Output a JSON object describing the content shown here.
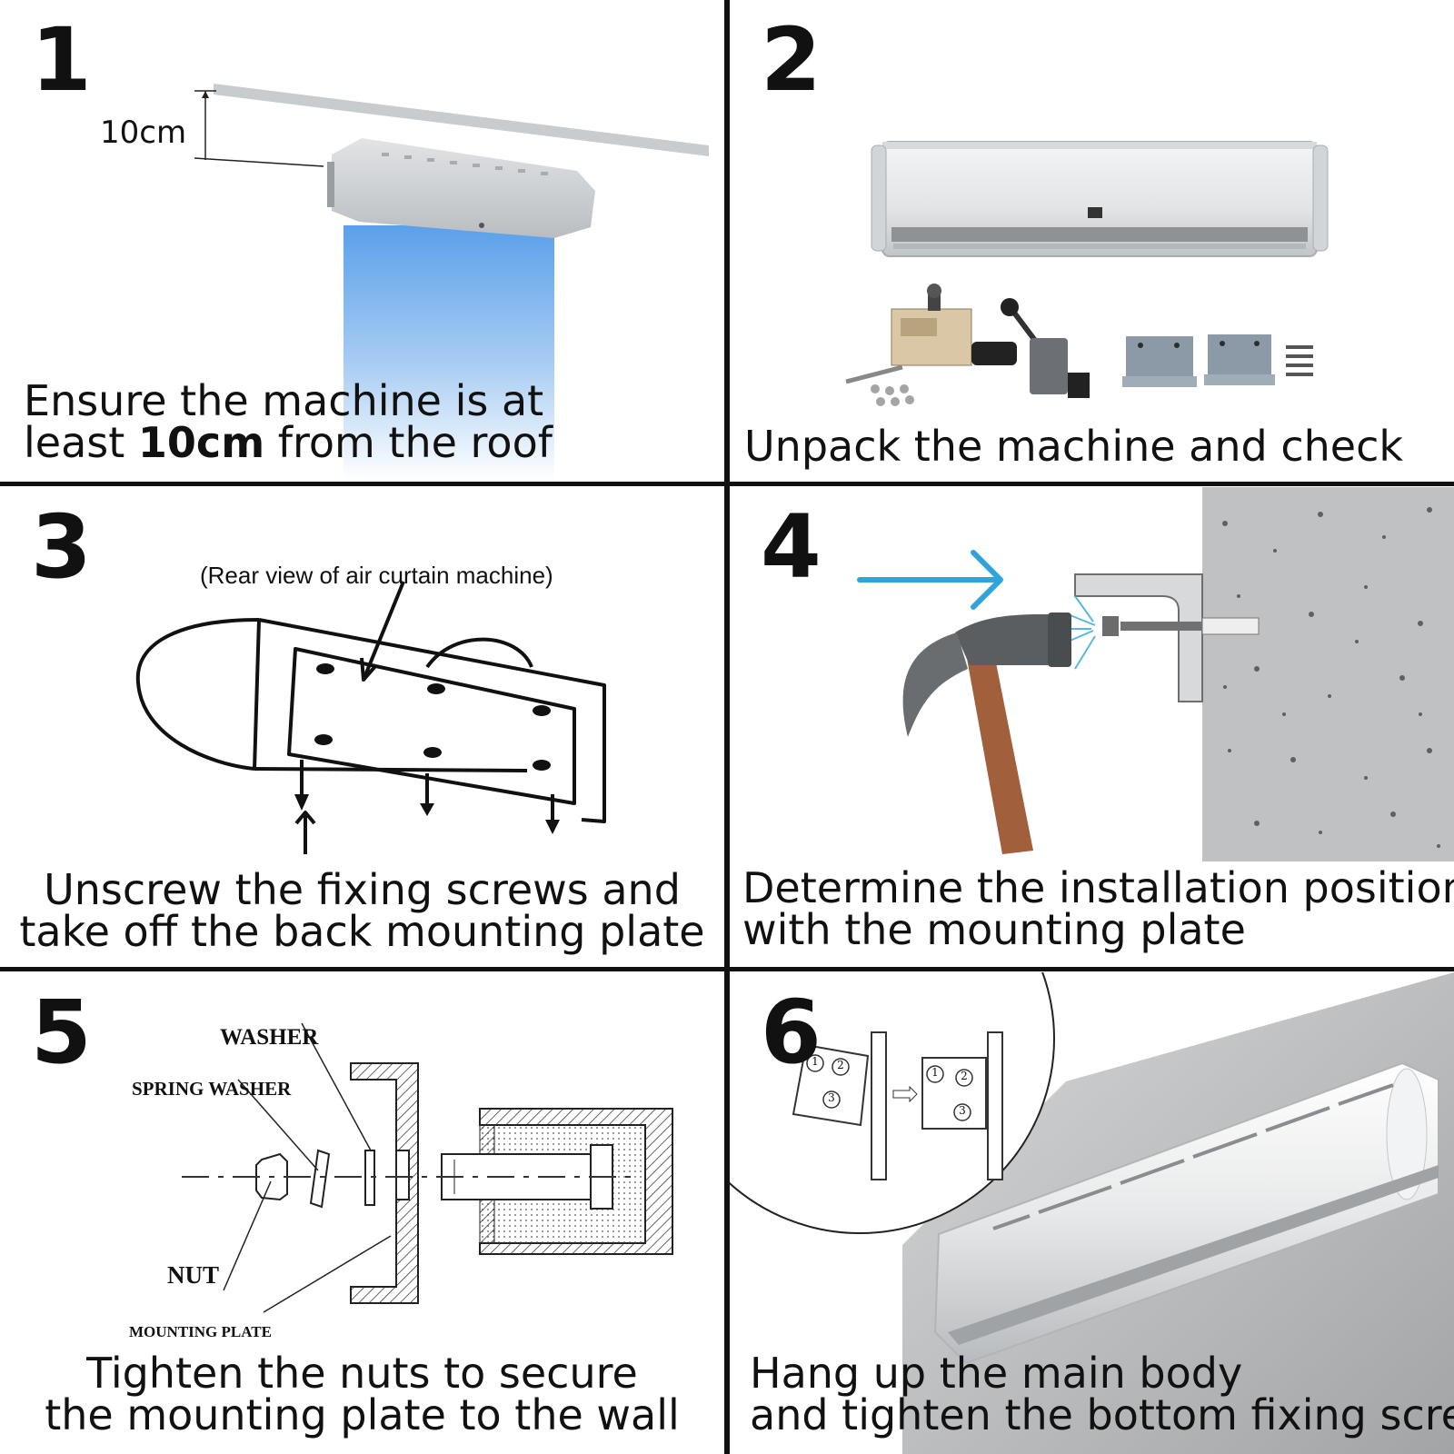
{
  "steps": [
    {
      "number": "1",
      "dimension_label": "10cm",
      "caption_line1": "Ensure the machine is at",
      "caption_line2_pre": "least ",
      "caption_line2_bold": "10cm",
      "caption_line2_post": " from the roof"
    },
    {
      "number": "2",
      "caption_line1": "Unpack the machine and check"
    },
    {
      "number": "3",
      "diagram_label": "(Rear view of air curtain machine)",
      "caption_line1": "Unscrew the fixing screws and",
      "caption_line2": "take off the back mounting plate"
    },
    {
      "number": "4",
      "caption_line1": "Determine the installation position",
      "caption_line2": "with the mounting plate"
    },
    {
      "number": "5",
      "labels": {
        "washer": "WASHER",
        "spring_washer": "SPRING WASHER",
        "nut": "NUT",
        "mounting_plate": "MOUNTING PLATE"
      },
      "caption_line1": "Tighten the nuts to secure",
      "caption_line2": "the mounting plate to the wall"
    },
    {
      "number": "6",
      "inset_marks": [
        "1",
        "2",
        "3",
        "1",
        "2",
        "3"
      ],
      "caption_line1": "Hang up the main body",
      "caption_line2": "and tighten the bottom fixing screws"
    }
  ]
}
